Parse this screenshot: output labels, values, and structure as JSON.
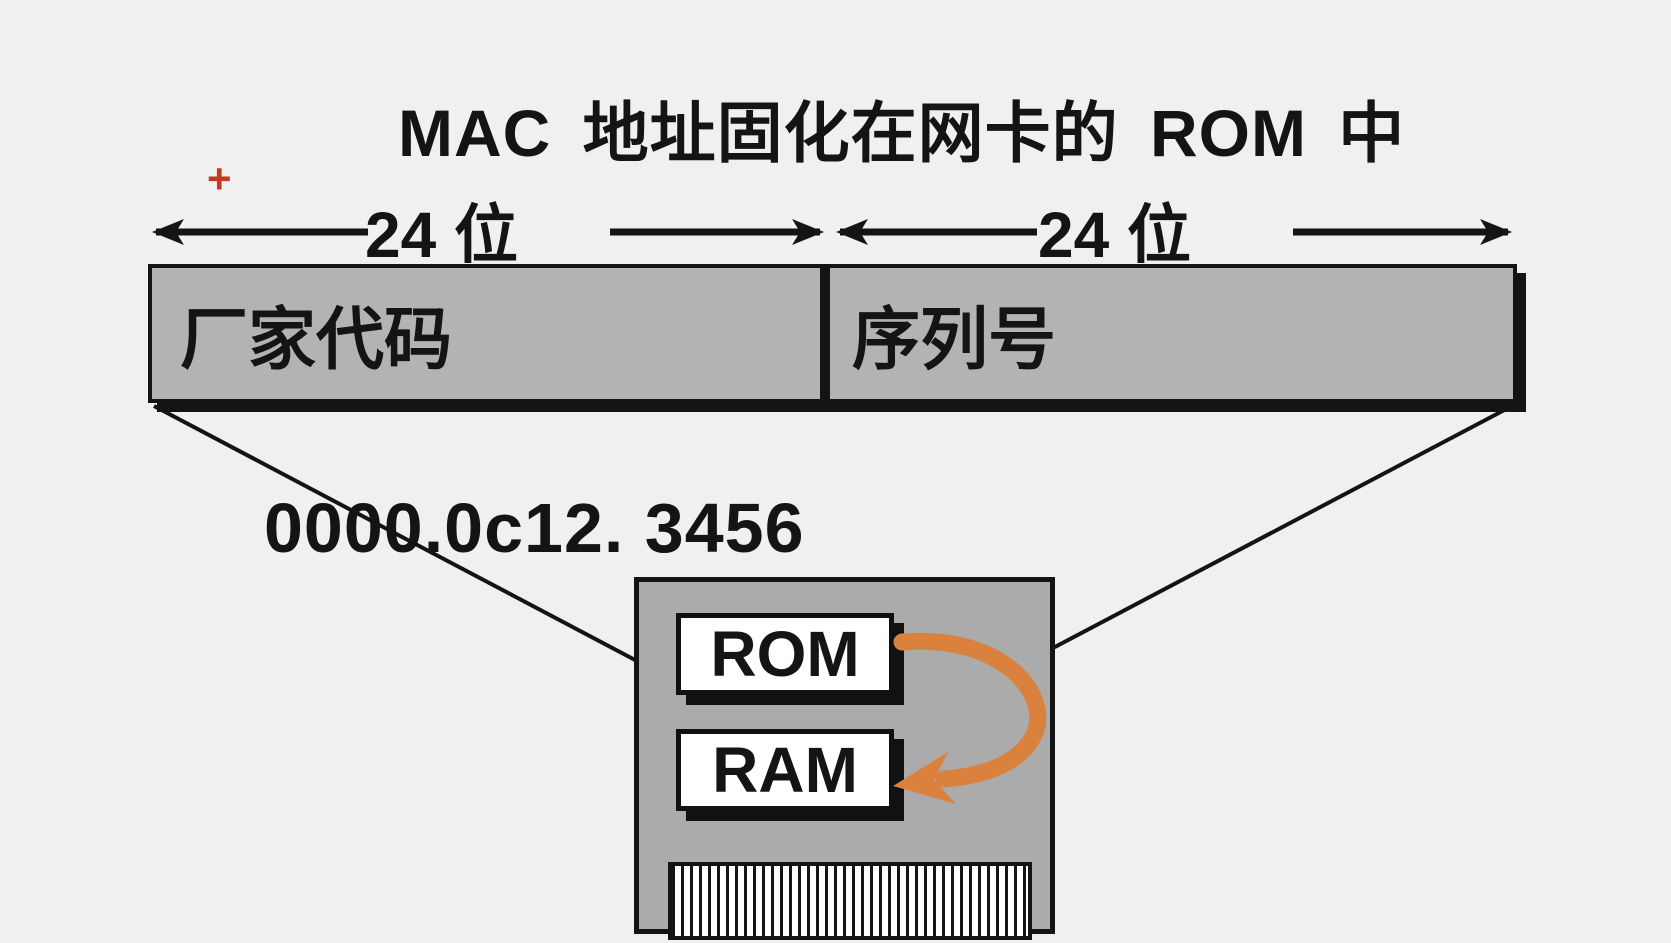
{
  "title": "MAC 地址固化在网卡的 ROM 中",
  "cursor": {
    "glyph": "+"
  },
  "address_fields": {
    "left": {
      "width_label": "24 位",
      "name": "厂家代码"
    },
    "right": {
      "width_label": "24 位",
      "name": "序列号"
    }
  },
  "mac_example": "0000.0c12. 3456",
  "nic_card": {
    "rom_label": "ROM",
    "ram_label": "RAM"
  },
  "colors": {
    "background": "#f0f0f0",
    "field_bar_fill": "#b3b3b3",
    "nic_chip_fill": "#ababab",
    "ink": "#141414",
    "rom_to_ram_arrow_orange": "#d9813d",
    "cursor_red": "#c8371f"
  }
}
